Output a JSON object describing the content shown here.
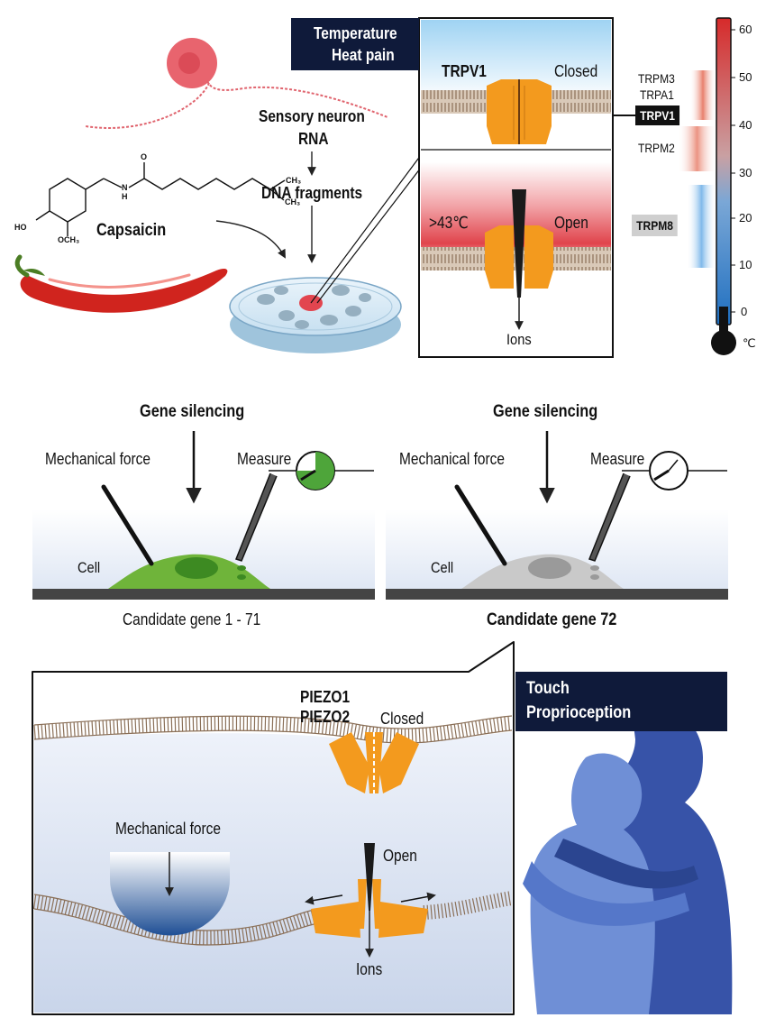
{
  "temperature_box": {
    "title_line1": "Temperature",
    "title_line2": "Heat pain"
  },
  "trpv1_panel": {
    "channel": "TRPV1",
    "closed_label": "Closed",
    "threshold_label": ">43℃",
    "open_label": "Open",
    "ions_label": "Ions"
  },
  "workflow": {
    "step1": "Sensory neuron",
    "step1b": "RNA",
    "step2": "DNA fragments",
    "compound": "Capsaicin",
    "chem_ho": "HO",
    "chem_och3": "OCH₃",
    "chem_n": "N",
    "chem_h": "H",
    "chem_o": "O",
    "chem_ch3_a": "CH₃",
    "chem_ch3_b": "CH₃"
  },
  "thermometer": {
    "ticks": [
      "60",
      "50",
      "40",
      "30",
      "20",
      "10",
      "0"
    ],
    "unit": "℃",
    "channels": [
      "TRPM3",
      "TRPA1",
      "TRPV1",
      "TRPM2",
      "TRPM8"
    ],
    "colors": {
      "hot": "#d62a2a",
      "cold": "#2f7fd0"
    }
  },
  "screen_left": {
    "header": "Gene silencing",
    "force_label": "Mechanical force",
    "measure_label": "Measure",
    "cell_label": "Cell",
    "caption": "Candidate gene 1 - 71"
  },
  "screen_right": {
    "header": "Gene silencing",
    "force_label": "Mechanical force",
    "measure_label": "Measure",
    "cell_label": "Cell",
    "caption": "Candidate gene 72"
  },
  "piezo_panel": {
    "channel_line1": "PIEZO1",
    "channel_line2": "PIEZO2",
    "closed_label": "Closed",
    "force_label": "Mechanical force",
    "open_label": "Open",
    "ions_label": "Ions"
  },
  "touch_box": {
    "title_line1": "Touch",
    "title_line2": "Proprioception"
  },
  "colors": {
    "channel_orange": "#f39a1e",
    "navy": "#0f1a3a",
    "cell_green": "#6fb43a",
    "membrane": "#a78c72"
  }
}
